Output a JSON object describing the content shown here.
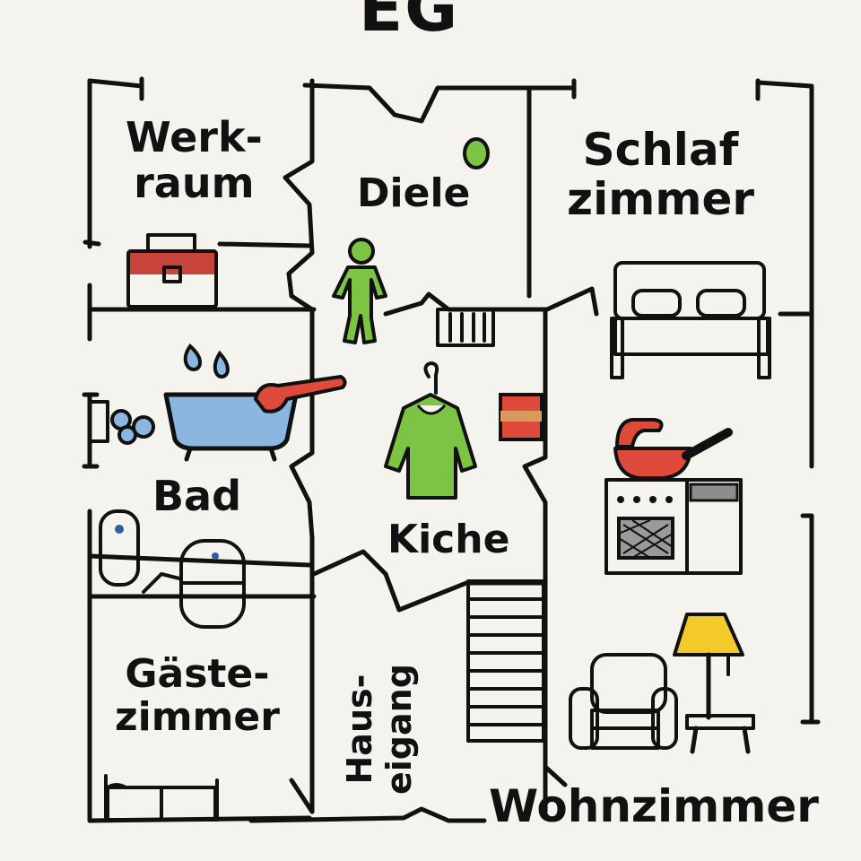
{
  "title": "EG",
  "rooms": {
    "werkraum": {
      "line1": "Werk-",
      "line2": "raum"
    },
    "diele": "Diele",
    "schlafzimmer": {
      "line1": "Schlaf",
      "line2": "zimmer"
    },
    "bad": "Bad",
    "kiche": "Kiche",
    "gaestezimmer": {
      "line1": "Gäste-",
      "line2": "zimmer"
    },
    "hauseingang": {
      "line1": "Haus-",
      "line2": "eigang"
    },
    "wohnzimmer": "Wohnzimmer"
  },
  "icons": [
    "toolbox-icon",
    "person-icon",
    "bed-icon",
    "bathtub-icon",
    "faucet-icon",
    "shower-icon",
    "toilet-icon",
    "coat-hanger-icon",
    "stove-icon",
    "pan-icon",
    "armchair-icon",
    "lamp-icon",
    "side-table-icon",
    "guest-bed-icon",
    "stairs-icon",
    "radiator-icon"
  ],
  "colors": {
    "background": "#f5f3ee",
    "wall": "#111111",
    "red": "#e04a3a",
    "green": "#7cc443",
    "blue": "#8bb6e0",
    "yellow": "#f4c92a",
    "brown": "#b6673a"
  }
}
